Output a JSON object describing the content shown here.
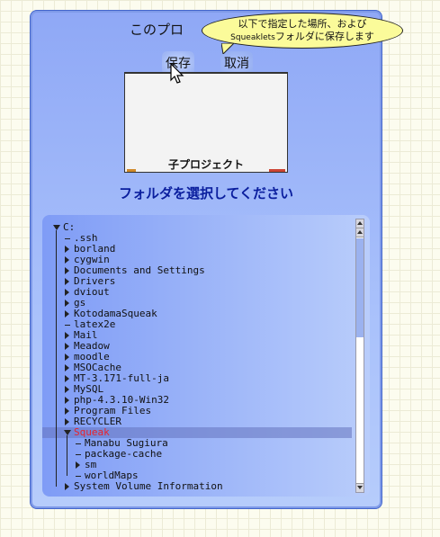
{
  "dialog": {
    "title": "このプロ",
    "balloon_line1": "以下で指定した場所、および",
    "balloon_line2_latin": "Squeaklets",
    "balloon_line2_rest": "フォルダに保存します",
    "save_label": "保存",
    "cancel_label": "取消",
    "thumbnail_label": "子プロジェクト",
    "prompt": "フォルダを選択してください"
  },
  "tree": {
    "items": [
      {
        "label": "C:",
        "depth": 0,
        "state": "expanded"
      },
      {
        "label": ".ssh",
        "depth": 1,
        "state": "leaf"
      },
      {
        "label": "borland",
        "depth": 1,
        "state": "collapsed"
      },
      {
        "label": "cygwin",
        "depth": 1,
        "state": "collapsed"
      },
      {
        "label": "Documents and Settings",
        "depth": 1,
        "state": "collapsed"
      },
      {
        "label": "Drivers",
        "depth": 1,
        "state": "collapsed"
      },
      {
        "label": "dviout",
        "depth": 1,
        "state": "collapsed"
      },
      {
        "label": "gs",
        "depth": 1,
        "state": "collapsed"
      },
      {
        "label": "KotodamaSqueak",
        "depth": 1,
        "state": "collapsed"
      },
      {
        "label": "latex2e",
        "depth": 1,
        "state": "leaf"
      },
      {
        "label": "Mail",
        "depth": 1,
        "state": "collapsed"
      },
      {
        "label": "Meadow",
        "depth": 1,
        "state": "collapsed"
      },
      {
        "label": "moodle",
        "depth": 1,
        "state": "collapsed"
      },
      {
        "label": "MSOCache",
        "depth": 1,
        "state": "collapsed"
      },
      {
        "label": "MT-3.171-full-ja",
        "depth": 1,
        "state": "collapsed"
      },
      {
        "label": "MySQL",
        "depth": 1,
        "state": "collapsed"
      },
      {
        "label": "php-4.3.10-Win32",
        "depth": 1,
        "state": "collapsed"
      },
      {
        "label": "Program Files",
        "depth": 1,
        "state": "collapsed"
      },
      {
        "label": "RECYCLER",
        "depth": 1,
        "state": "collapsed"
      },
      {
        "label": "Squeak",
        "depth": 1,
        "state": "expanded",
        "selected": true
      },
      {
        "label": "Manabu Sugiura",
        "depth": 2,
        "state": "leaf"
      },
      {
        "label": "package-cache",
        "depth": 2,
        "state": "leaf"
      },
      {
        "label": "sm",
        "depth": 2,
        "state": "collapsed"
      },
      {
        "label": "worldMaps",
        "depth": 2,
        "state": "leaf"
      },
      {
        "label": "System Volume Information",
        "depth": 1,
        "state": "collapsed"
      }
    ]
  },
  "colors": {
    "prompt": "#0a1e9e",
    "selected_text": "#e8232c",
    "balloon": "#fbfb9a"
  }
}
